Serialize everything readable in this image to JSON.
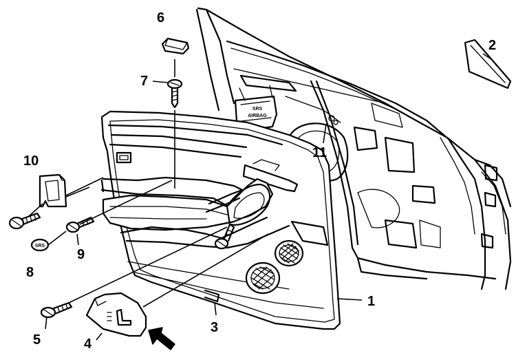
{
  "labels": {
    "l1": "1",
    "l2": "2",
    "l3": "3",
    "l4": "4",
    "l5": "5",
    "l6": "6",
    "l7": "7",
    "l8": "8",
    "l9": "9",
    "l10": "10",
    "l11": "11"
  },
  "texts": {
    "airbag_line1": "SRS",
    "airbag_line2": "AIRBAG",
    "cap_text": "SRS"
  }
}
